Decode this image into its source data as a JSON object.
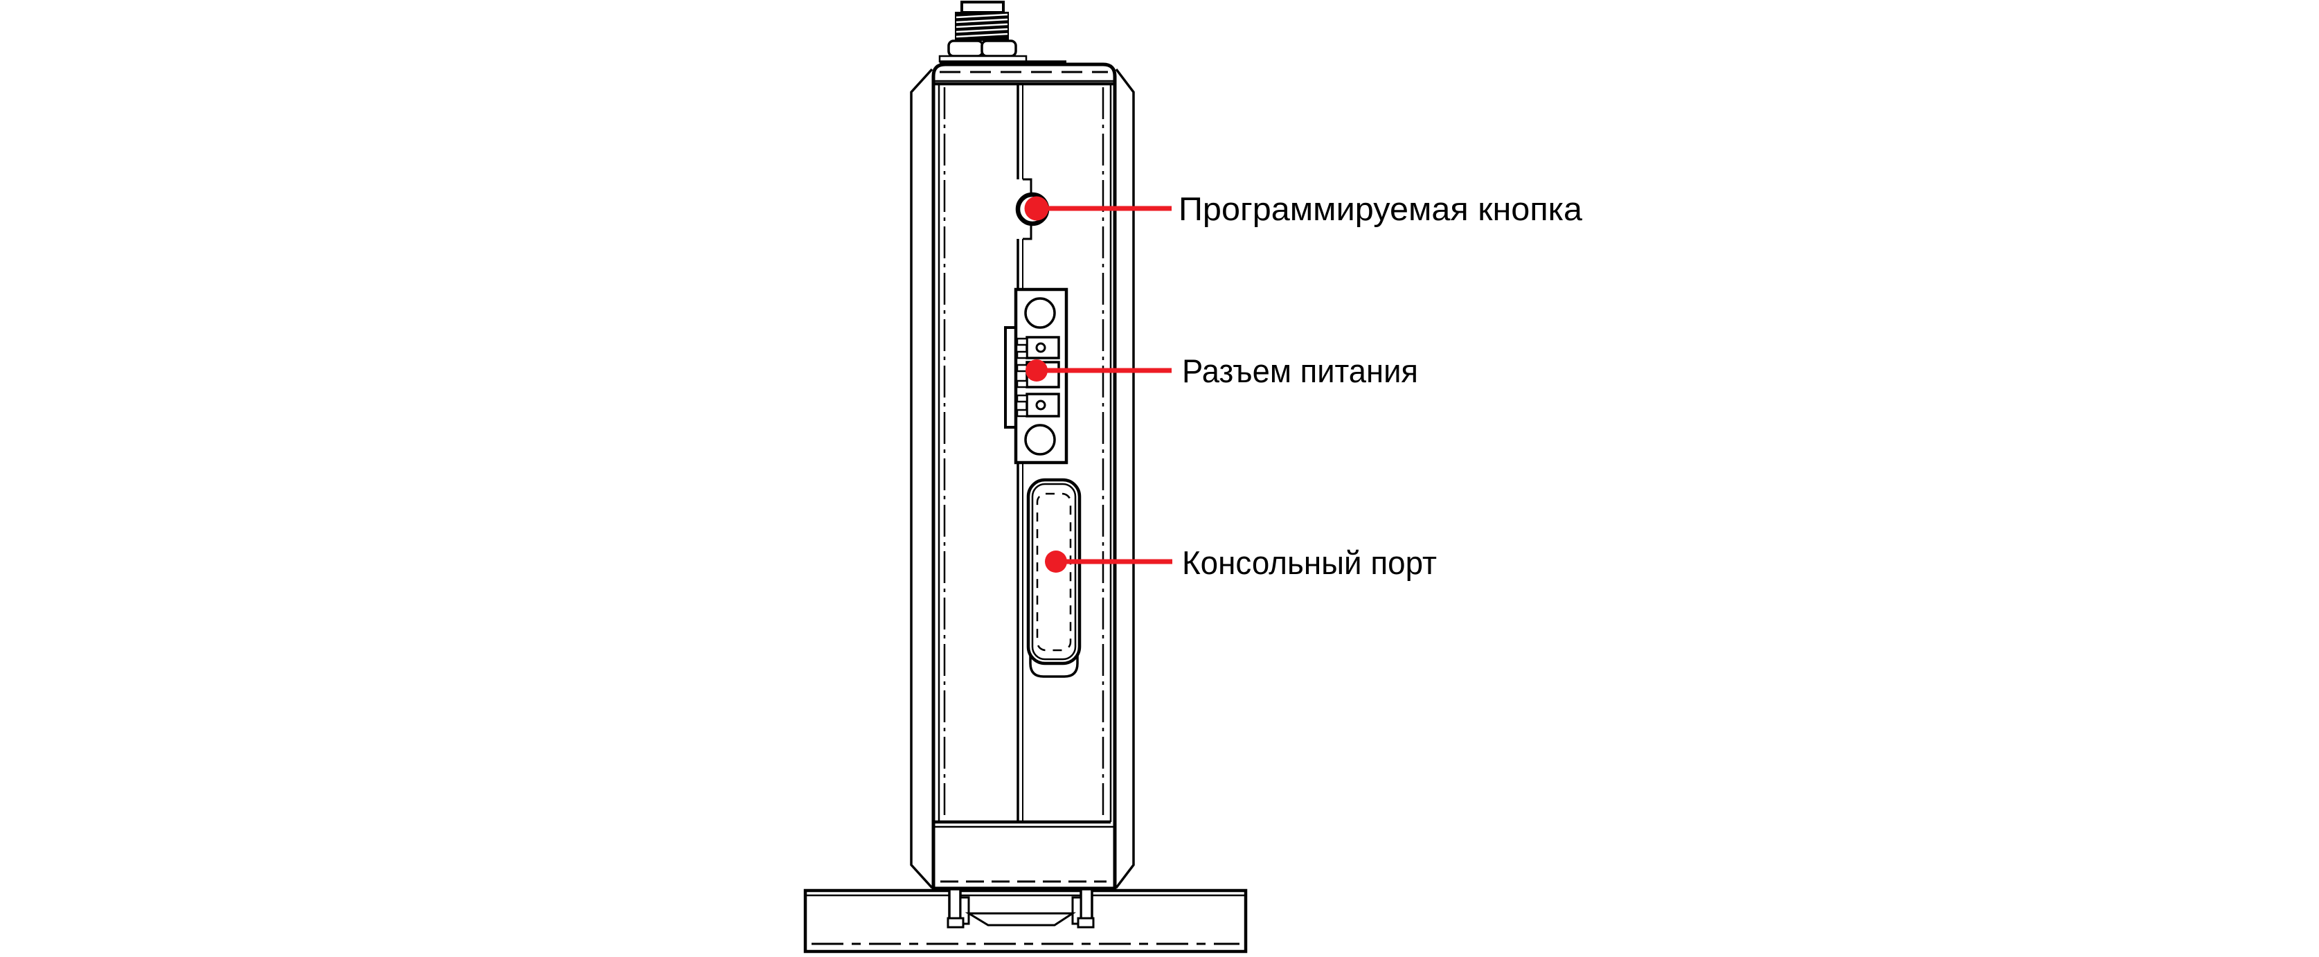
{
  "figure": {
    "description": "Side view line drawing of a DIN-rail mounted device with antenna connector",
    "callouts": [
      {
        "target": "programmable-button",
        "label": "Программируемая кнопка"
      },
      {
        "target": "power-connector",
        "label": "Разъем питания"
      },
      {
        "target": "console-port",
        "label": "Консольный порт"
      }
    ]
  },
  "colors": {
    "callout_red": "#ed1c24",
    "line_black": "#000000",
    "background": "#ffffff"
  }
}
